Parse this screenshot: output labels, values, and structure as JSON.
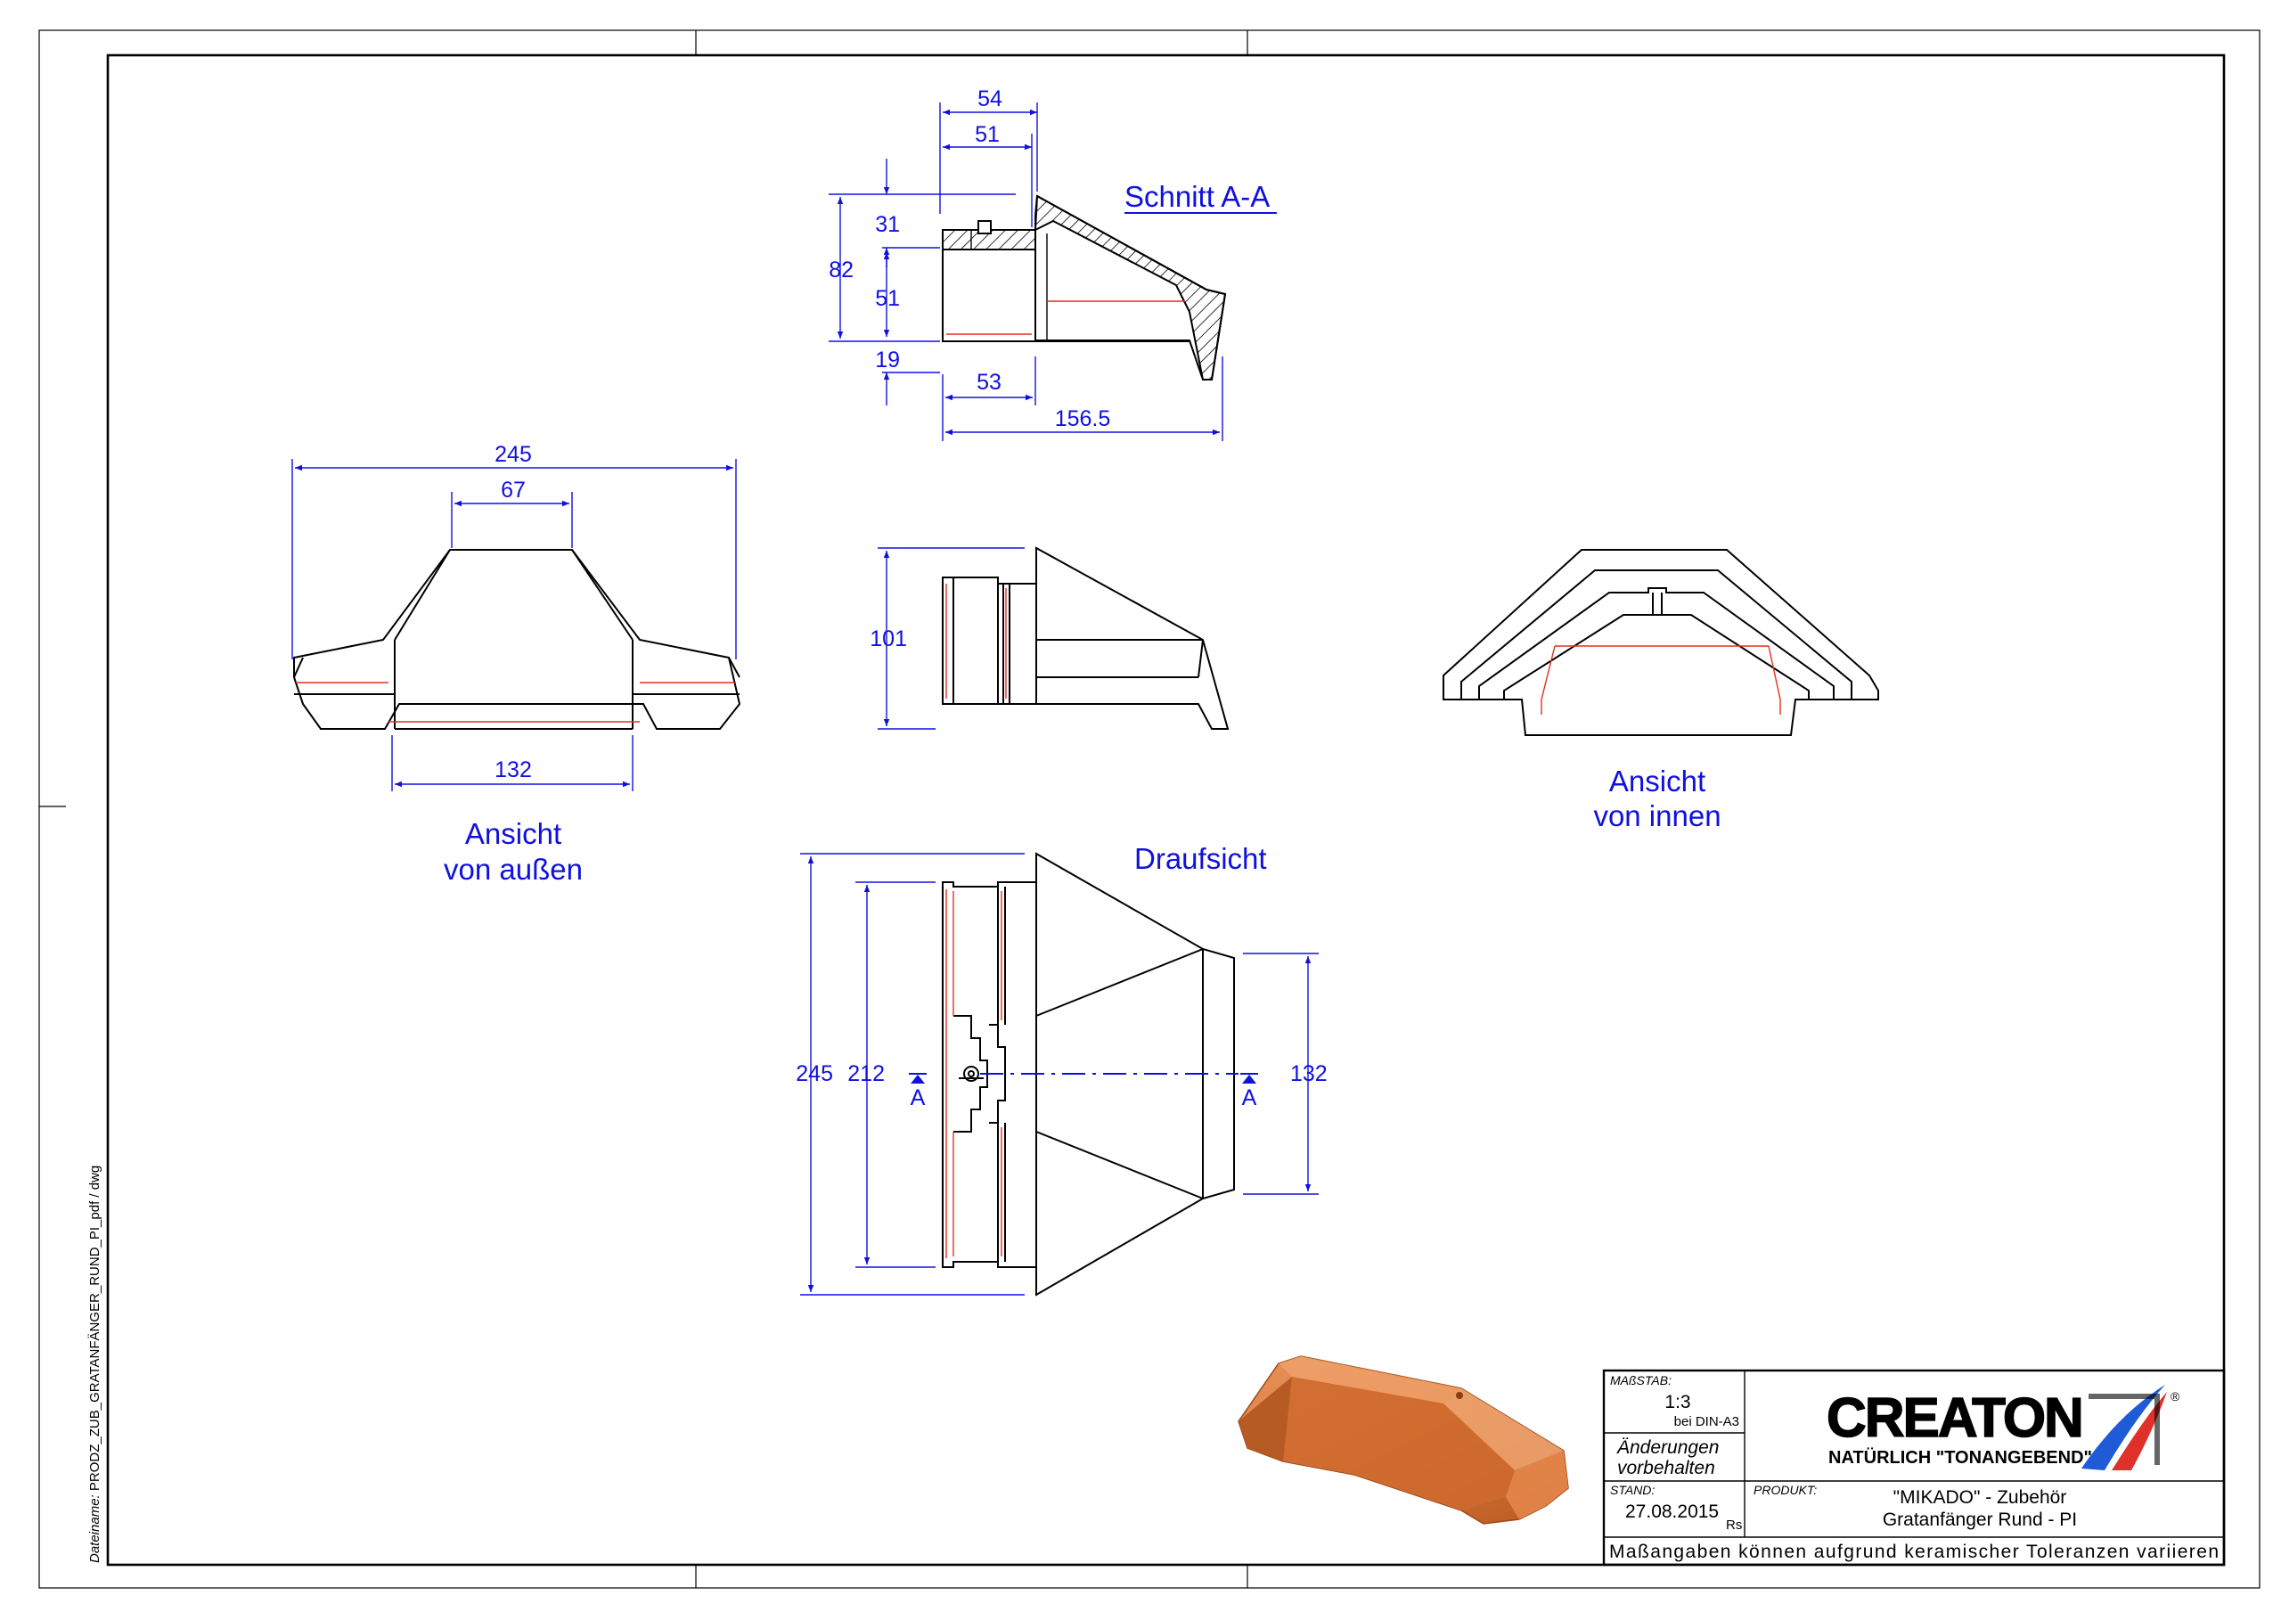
{
  "filename": {
    "label": "Dateiname:",
    "value": "PRODZ_ZUB_GRATANFÄNGER_RUND_PI_pdf / dwg"
  },
  "views": {
    "section_label": "Schnitt A-A",
    "outside_line1": "Ansicht",
    "outside_line2": "von außen",
    "inside_line1": "Ansicht",
    "inside_line2": "von innen",
    "top_label": "Draufsicht"
  },
  "dimensions": {
    "section": [
      "54",
      "51",
      "31",
      "82",
      "51",
      "19",
      "53",
      "156.5"
    ],
    "outside": [
      "245",
      "67",
      "132"
    ],
    "side": [
      "101"
    ],
    "top": [
      "245",
      "212",
      "132"
    ],
    "section_mark": "A"
  },
  "title_block": {
    "scale_label": "MAßSTAB:",
    "scale_value": "1:3",
    "scale_note": "bei DIN-A3",
    "changes_line1": "Änderungen",
    "changes_line2": "vorbehalten",
    "date_label": "STAND:",
    "date_value": "27.08.2015",
    "author": "Rs",
    "product_label": "PRODUKT:",
    "product_line1": "\"MIKADO\" - Zubehör",
    "product_line2": "Gratanfänger Rund - PI",
    "brand": "CREATON",
    "tagline": "NATÜRLICH \"TONANGEBEND\"",
    "registered": "®",
    "disclaimer": "Maßangaben können aufgrund keramischer Toleranzen variieren"
  },
  "colors": {
    "dimension": "#1010e0",
    "outline": "#000000",
    "hidden_edge": "#e03020",
    "brand_blue": "#1f5bd6",
    "brand_red": "#e0302a",
    "tile": "#d9773a"
  }
}
